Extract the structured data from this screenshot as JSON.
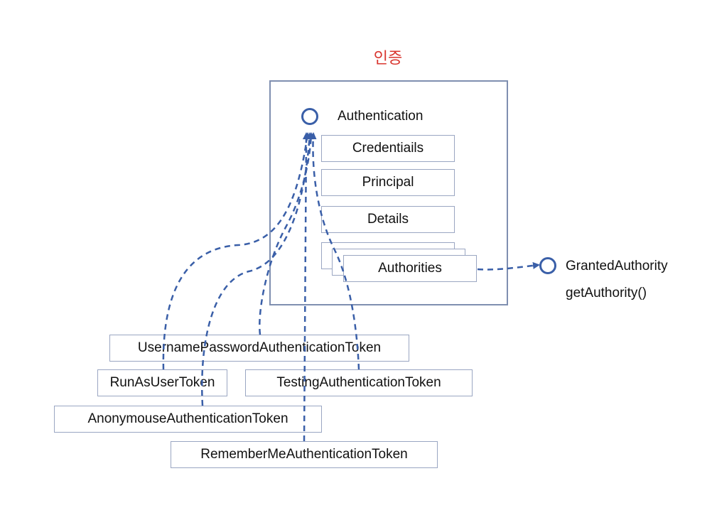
{
  "diagram": {
    "title": "인증",
    "authentication": {
      "label": "Authentication",
      "fields": [
        "Credentiails",
        "Principal",
        "Details",
        "Authorities"
      ]
    },
    "granted_authority": {
      "label": "GrantedAuthority",
      "method": "getAuthority()"
    },
    "tokens": [
      "UsernamePasswordAuthenticationToken",
      "RunAsUserToken",
      "TestingAuthenticationToken",
      "AnonymouseAuthenticationToken",
      "RememberMeAuthenticationToken"
    ],
    "colors": {
      "title": "#d9362f",
      "connector": "#3a5fa8",
      "box_border": "#9aa6c2",
      "frame_border": "#7f8fb0"
    }
  }
}
